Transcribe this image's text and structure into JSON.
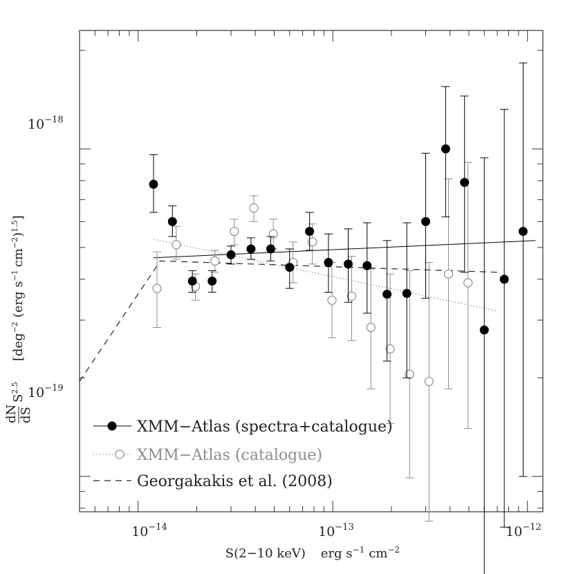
{
  "chart_data": {
    "type": "scatter",
    "x_scale": "log",
    "y_scale": "log",
    "xlim": [
      5e-15,
      1.2e-12
    ],
    "ylim": [
      7.8e-20,
      2.3e-18
    ],
    "grid": false,
    "legend_position": "bottom-left",
    "xlabel": {
      "main": "S(2−10 keV)",
      "unit_a": "erg s",
      "unit_a_exp": "−1",
      "unit_b": "cm",
      "unit_b_exp": "−2"
    },
    "ylabel": {
      "frac_num": "dN",
      "frac_den": "dS",
      "s": "S",
      "s_exp": "2.5",
      "bracket": "[deg",
      "deg_exp": "−2",
      "mid": "(erg s",
      "mid_exp": "−1",
      "cm": "cm",
      "cm_exp": "−2",
      "close": ")",
      "close_exp": "1.5",
      "end": "]"
    },
    "x_ticks": [
      {
        "value": 1e-14,
        "base": "10",
        "exp": "−14"
      },
      {
        "value": 1e-13,
        "base": "10",
        "exp": "−13"
      },
      {
        "value": 1e-12,
        "base": "10",
        "exp": "−12"
      }
    ],
    "y_ticks": [
      {
        "value": 1e-19,
        "base": "10",
        "exp": "−19"
      },
      {
        "value": 1e-18,
        "base": "10",
        "exp": "−18"
      }
    ],
    "series": [
      {
        "name": "XMM−Atlas (spectra+catalogue)",
        "color": "#000000",
        "marker": "filled-circle",
        "points": [
          {
            "x": 1.2e-14,
            "y": 7.8e-19,
            "ylo": 6.4e-19,
            "yhi": 9.6e-19
          },
          {
            "x": 1.5e-14,
            "y": 6e-19,
            "ylo": 5.4e-19,
            "yhi": 6.7e-19
          },
          {
            "x": 1.9e-14,
            "y": 3.95e-19,
            "ylo": 3.65e-19,
            "yhi": 4.25e-19
          },
          {
            "x": 2.4e-14,
            "y": 3.95e-19,
            "ylo": 3.65e-19,
            "yhi": 4.25e-19
          },
          {
            "x": 3e-14,
            "y": 4.75e-19,
            "ylo": 4.45e-19,
            "yhi": 5.05e-19
          },
          {
            "x": 3.8e-14,
            "y": 4.95e-19,
            "ylo": 4.6e-19,
            "yhi": 5.35e-19
          },
          {
            "x": 4.8e-14,
            "y": 4.95e-19,
            "ylo": 4.55e-19,
            "yhi": 5.4e-19
          },
          {
            "x": 6e-14,
            "y": 4.35e-19,
            "ylo": 3.75e-19,
            "yhi": 4.95e-19
          },
          {
            "x": 7.6e-14,
            "y": 5.6e-19,
            "ylo": 4.9e-19,
            "yhi": 6.4e-19
          },
          {
            "x": 9.5e-14,
            "y": 4.5e-19,
            "ylo": 3.65e-19,
            "yhi": 5.5e-19
          },
          {
            "x": 1.2e-13,
            "y": 4.45e-19,
            "ylo": 3.4e-19,
            "yhi": 5.7e-19
          },
          {
            "x": 1.5e-13,
            "y": 4.4e-19,
            "ylo": 3.15e-19,
            "yhi": 5.95e-19
          },
          {
            "x": 1.9e-13,
            "y": 3.6e-19,
            "ylo": 2.25e-19,
            "yhi": 5.25e-19
          },
          {
            "x": 2.4e-13,
            "y": 3.62e-19,
            "ylo": 2e-19,
            "yhi": 5.95e-19
          },
          {
            "x": 3e-13,
            "y": 6e-19,
            "ylo": 3.5e-19,
            "yhi": 9.7e-19
          },
          {
            "x": 3.8e-13,
            "y": 1e-18,
            "ylo": 6.2e-19,
            "yhi": 1.55e-18
          },
          {
            "x": 4.75e-13,
            "y": 7.9e-19,
            "ylo": 4.2e-19,
            "yhi": 1.45e-18
          },
          {
            "x": 6e-13,
            "y": 2.8e-19,
            "ylo": 5e-20,
            "yhi": 9.4e-19
          },
          {
            "x": 7.6e-13,
            "y": 4e-19,
            "ylo": 7e-20,
            "yhi": 1.32e-18
          },
          {
            "x": 9.5e-13,
            "y": 5.6e-19,
            "ylo": 1e-19,
            "yhi": 1.83e-18
          }
        ]
      },
      {
        "name": "XMM−Atlas (catalogue)",
        "color": "#8c8c8c",
        "marker": "open-circle",
        "points": [
          {
            "x": 1.25e-14,
            "y": 3.75e-19,
            "ylo": 2.85e-19,
            "yhi": 4.85e-19
          },
          {
            "x": 1.57e-14,
            "y": 5.1e-19,
            "ylo": 4.6e-19,
            "yhi": 5.8e-19
          },
          {
            "x": 1.97e-14,
            "y": 3.8e-19,
            "ylo": 3.45e-19,
            "yhi": 4.15e-19
          },
          {
            "x": 2.48e-14,
            "y": 4.55e-19,
            "ylo": 4.2e-19,
            "yhi": 4.9e-19
          },
          {
            "x": 3.12e-14,
            "y": 5.6e-19,
            "ylo": 5.1e-19,
            "yhi": 6.1e-19
          },
          {
            "x": 3.93e-14,
            "y": 6.6e-19,
            "ylo": 6e-19,
            "yhi": 7.2e-19
          },
          {
            "x": 4.95e-14,
            "y": 5.5e-19,
            "ylo": 4.95e-19,
            "yhi": 6.1e-19
          },
          {
            "x": 6.25e-14,
            "y": 4.5e-19,
            "ylo": 3.9e-19,
            "yhi": 5.2e-19
          },
          {
            "x": 7.85e-14,
            "y": 5.2e-19,
            "ylo": 4.45e-19,
            "yhi": 5.9e-19
          },
          {
            "x": 9.9e-14,
            "y": 3.45e-19,
            "ylo": 2.65e-19,
            "yhi": 4.5e-19
          },
          {
            "x": 1.25e-13,
            "y": 3.55e-19,
            "ylo": 2.6e-19,
            "yhi": 4.7e-19
          },
          {
            "x": 1.57e-13,
            "y": 2.85e-19,
            "ylo": 1.85e-19,
            "yhi": 4.3e-19
          },
          {
            "x": 1.97e-13,
            "y": 2.45e-19,
            "ylo": 1.45e-19,
            "yhi": 4.15e-19
          },
          {
            "x": 2.48e-13,
            "y": 2.05e-19,
            "ylo": 9.9e-20,
            "yhi": 4.25e-19
          },
          {
            "x": 3.12e-13,
            "y": 1.95e-19,
            "ylo": 7.3e-20,
            "yhi": 4.5e-19
          },
          {
            "x": 3.93e-13,
            "y": 4.15e-19,
            "ylo": 1.85e-19,
            "yhi": 8.1e-19
          },
          {
            "x": 4.95e-13,
            "y": 3.9e-19,
            "ylo": 1.4e-19,
            "yhi": 9.1e-19
          }
        ]
      }
    ],
    "lines": [
      {
        "name": "XMM−Atlas (spectra+catalogue)",
        "style": "solid",
        "color": "#000000",
        "points": [
          [
            1.2e-14,
            4.65e-19
          ],
          [
            1.1e-12,
            5.25e-19
          ]
        ]
      },
      {
        "name": "XMM−Atlas (catalogue)",
        "style": "dotted",
        "color": "#8c8c8c",
        "points": [
          [
            1.2e-14,
            5.3e-19
          ],
          [
            7e-13,
            3.2e-19
          ]
        ]
      },
      {
        "name": "Georgakakis et al. (2008)",
        "style": "dashed",
        "color": "#222222",
        "points": [
          [
            5e-15,
            1.95e-19
          ],
          [
            1.3e-14,
            4.55e-19
          ],
          [
            7e-13,
            4.2e-19
          ]
        ]
      }
    ],
    "legend": [
      {
        "label": "XMM−Atlas (spectra+catalogue)",
        "color": "#000000",
        "marker": "filled-circle",
        "line": "solid"
      },
      {
        "label": "XMM−Atlas (catalogue)",
        "color": "#8c8c8c",
        "marker": "open-circle",
        "line": "dotted"
      },
      {
        "label": "Georgakakis et al. (2008)",
        "color": "#222222",
        "marker": "none",
        "line": "dashed"
      }
    ]
  }
}
